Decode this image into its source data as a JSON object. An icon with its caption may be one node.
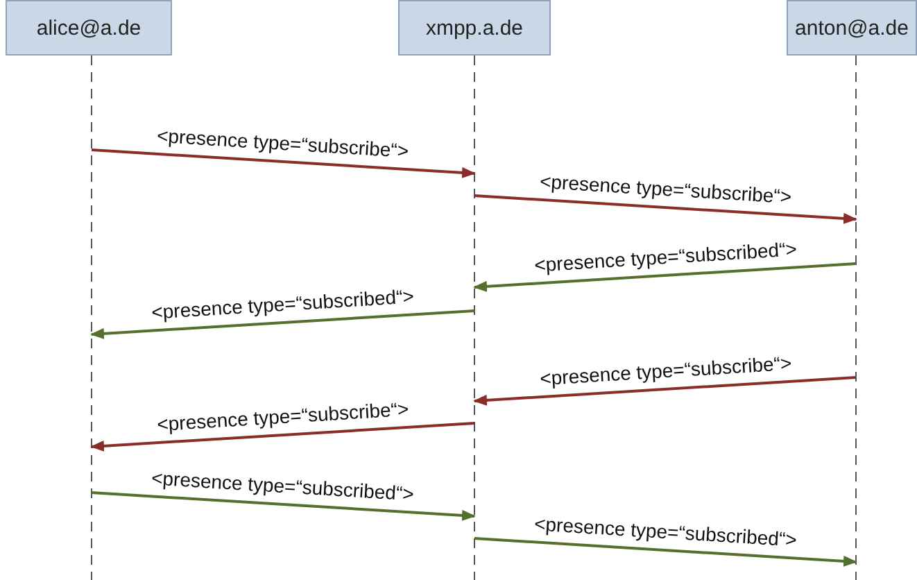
{
  "diagram": {
    "nodes": [
      {
        "text": [
          "alice@a.de"
        ]
      },
      {
        "text": [
          "xmpp.a.de"
        ]
      },
      {
        "text": [
          "anton@a.de"
        ]
      }
    ],
    "edges": [
      {
        "from": 0,
        "to": 1,
        "arrow": "to",
        "label": "<presence type=“subscribe“>",
        "color": "#8b2e2a"
      },
      {
        "from": 1,
        "to": 2,
        "arrow": "to",
        "label": "<presence type=“subscribe“>",
        "color": "#8b2e2a"
      },
      {
        "from": 2,
        "to": 1,
        "arrow": "to",
        "label": "<presence type=“subscribed“>",
        "color": "#55702e"
      },
      {
        "from": 1,
        "to": 0,
        "arrow": "to",
        "label": "<presence type=“subscribed“>",
        "color": "#55702e"
      },
      {
        "from": 2,
        "to": 1,
        "arrow": "to",
        "label": "<presence type=“subscribe“>",
        "color": "#8b2e2a"
      },
      {
        "from": 1,
        "to": 0,
        "arrow": "to",
        "label": "<presence type=“subscribe“>",
        "color": "#8b2e2a"
      },
      {
        "from": 0,
        "to": 1,
        "arrow": "to",
        "label": "<presence type=“subscribed“>",
        "color": "#55702e"
      },
      {
        "from": 1,
        "to": 2,
        "arrow": "to",
        "label": "<presence type=“subscribed“>",
        "color": "#55702e"
      }
    ]
  }
}
